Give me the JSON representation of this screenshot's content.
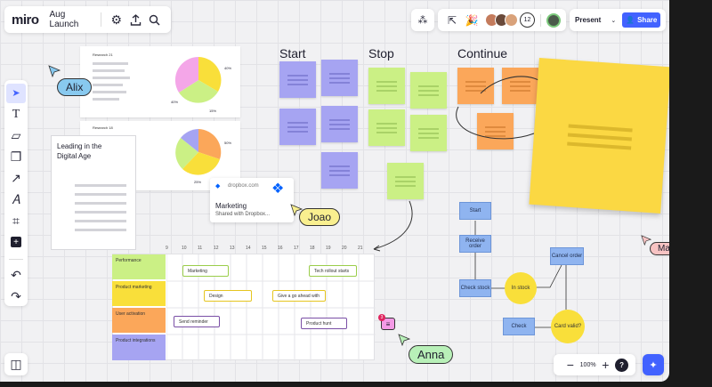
{
  "header": {
    "logo": "miro",
    "board_name": "Aug Launch",
    "collaborator_count": "12",
    "present_label": "Present",
    "share_label": "Share"
  },
  "board": {
    "retro": {
      "start": "Start",
      "stop": "Stop",
      "continue": "Continue"
    },
    "doc_card": {
      "title": "Leading in the Digital Age"
    },
    "research_cards": [
      {
        "title": "Research 21",
        "pie_labels": [
          "40%",
          "40%",
          "15%"
        ]
      },
      {
        "title": "Research 18",
        "pie_labels": [
          "50%",
          "25%"
        ]
      }
    ],
    "dropbox_card": {
      "brand": "dropbox.com",
      "title": "Marketing",
      "subtitle": "Shared with Dropbox..."
    },
    "cursors": [
      "Alix",
      "Joao",
      "Anna",
      "Maria"
    ],
    "gantt": {
      "columns": [
        "9",
        "10",
        "11",
        "12",
        "13",
        "14",
        "15",
        "16",
        "17",
        "18",
        "19",
        "20",
        "21"
      ],
      "rows": [
        "Performance",
        "Product marketing",
        "User activation",
        "Product integrations"
      ],
      "row_colors": [
        "#cbf085",
        "#f9df3a",
        "#fba75a",
        "#a6a4f2"
      ],
      "tasks": [
        "Marketing",
        "Tech rollout starts",
        "Design",
        "Give a go ahead with",
        "Send reminder",
        "Product hunt"
      ]
    },
    "flowchart": {
      "start": "Start",
      "receive": "Receive order",
      "check_stock": "Check stock",
      "in_stock": "In stock",
      "cancel": "Cancel order",
      "check": "Check",
      "card_valid": "Card valid?"
    },
    "comment_badge": "3"
  },
  "footer": {
    "zoom": "100%",
    "help": "?"
  }
}
